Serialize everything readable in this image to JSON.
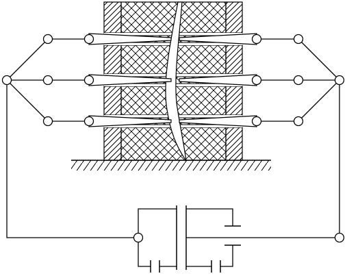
{
  "diagram": {
    "type": "schematic",
    "colors": {
      "stroke": "#000000",
      "background": "#ffffff"
    },
    "rows": 3,
    "clamps_per_row": 4,
    "block_columns": [
      "left-hatched",
      "center-crosshatched",
      "right-hatched"
    ],
    "has_crack": true,
    "has_ground_hatch": true,
    "capacitors": 4
  }
}
